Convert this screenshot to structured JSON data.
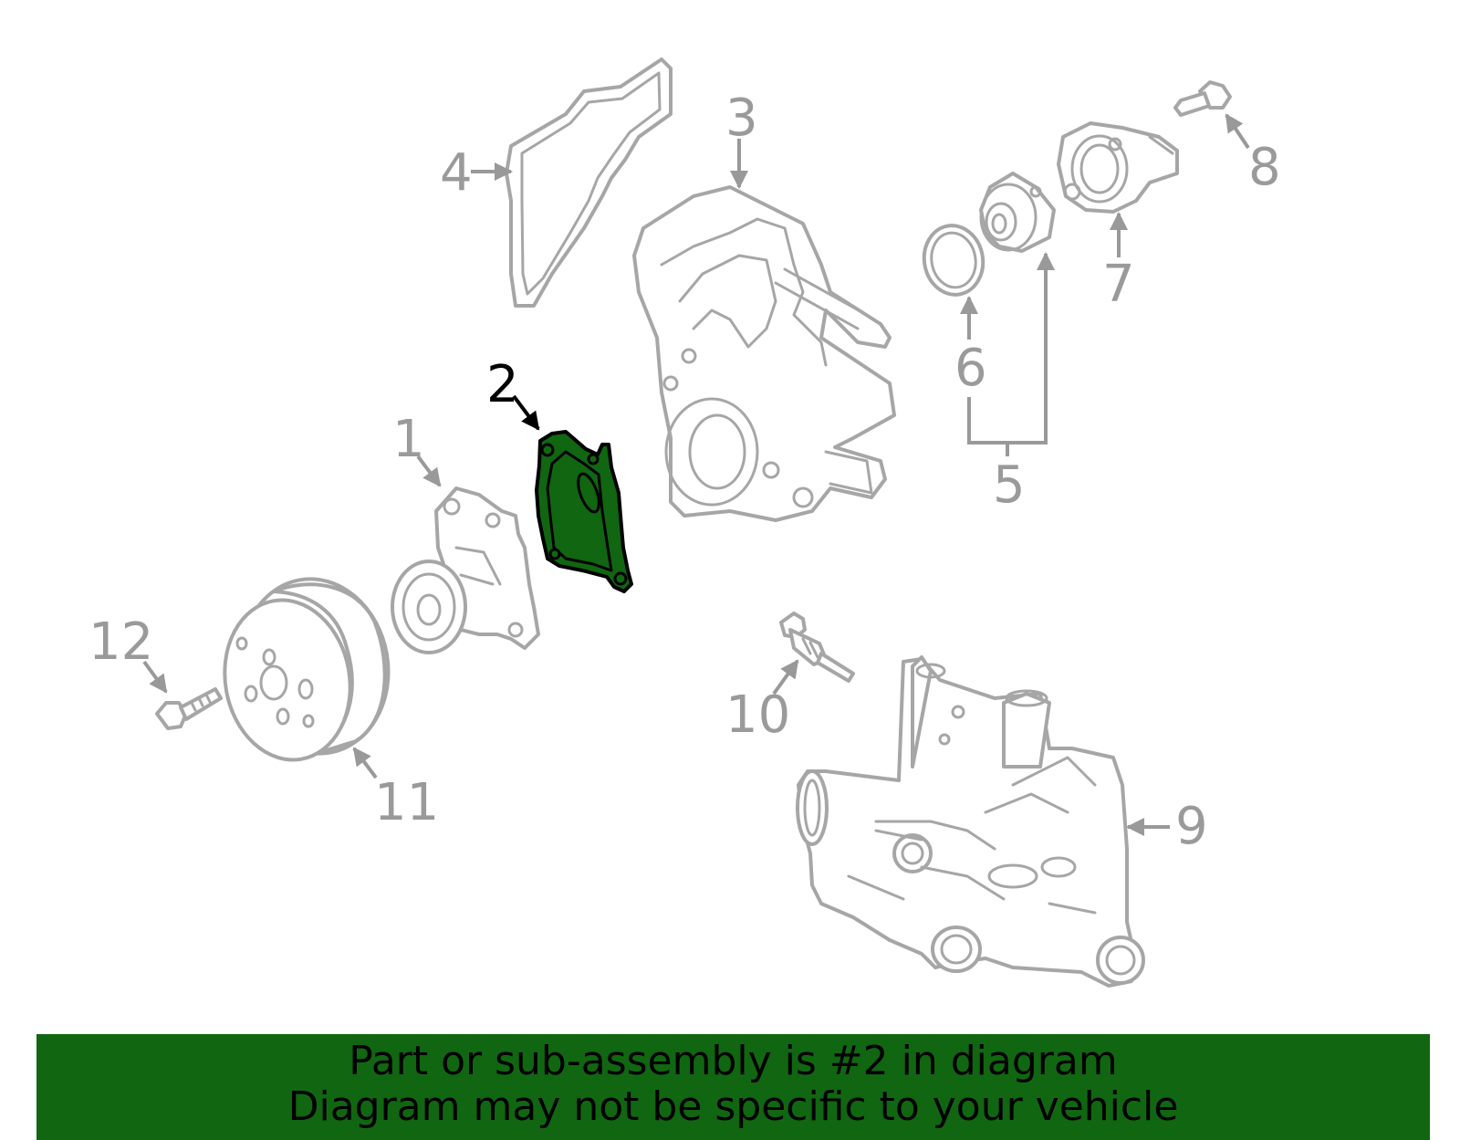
{
  "diagram": {
    "highlight_color": "#116611",
    "highlighted_part": "2",
    "labels": {
      "p1": "1",
      "p2": "2",
      "p3": "3",
      "p4": "4",
      "p5": "5",
      "p6": "6",
      "p7": "7",
      "p8": "8",
      "p9": "9",
      "p10": "10",
      "p11": "11",
      "p12": "12"
    }
  },
  "banner": {
    "line1": "Part or sub-assembly is #2 in diagram",
    "line2": "Diagram may not be specific to your vehicle",
    "background": "#116611"
  }
}
